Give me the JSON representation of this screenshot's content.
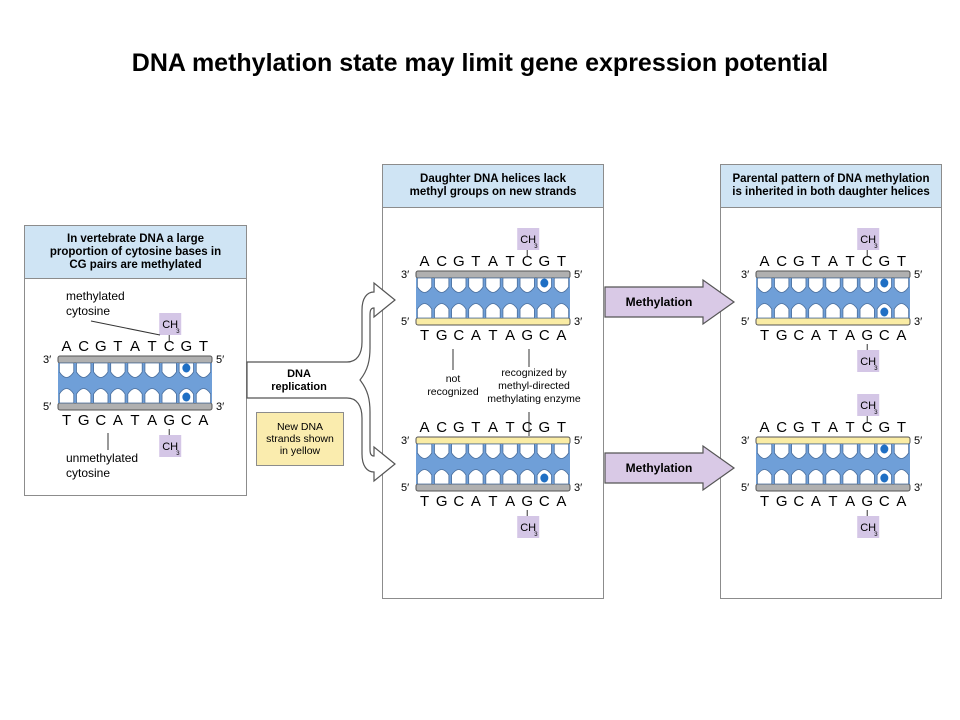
{
  "title": "DNA methylation state may limit gene expression potential",
  "panels": {
    "vertebrate": {
      "header": "In vertebrate DNA a large\nproportion of cytosine bases in\nCG pairs are methylated"
    },
    "daughter": {
      "header": "Daughter DNA helices lack\nmethyl groups on new strands"
    },
    "parental": {
      "header": "Parental pattern of DNA methylation\nis inherited in both daughter helices"
    }
  },
  "labels": {
    "methylated_cytosine": "methylated\ncytosine",
    "unmethylated_cytosine": "unmethylated\ncytosine",
    "dna_replication": "DNA\nreplication",
    "new_dna_strands": "New DNA\nstrands shown\nin yellow",
    "not_recognized": "not\nrecognized",
    "recognized_by_enzyme": "recognized by\nmethyl-directed\nmethylating enzyme",
    "methylation": "Methylation"
  },
  "dna": {
    "top_sequence": [
      "A",
      "C",
      "G",
      "T",
      "A",
      "T",
      "C",
      "G",
      "T"
    ],
    "bottom_sequence": [
      "T",
      "G",
      "C",
      "A",
      "T",
      "A",
      "G",
      "C",
      "A"
    ],
    "three_prime": "3′",
    "five_prime": "5′",
    "methyl_main": "CH",
    "methyl_sub": "3"
  },
  "colors": {
    "header_bg": "#cfe4f4",
    "strand_gray": "#b0b0b0",
    "strand_yellow": "#faeca4",
    "rung_blue": "#6f9fd8",
    "methyl_box": "#d4c6e6",
    "methyl_spot": "#1f6fc4",
    "arrow_fill": "#d9c9e6",
    "replication_box": "#faecae"
  }
}
